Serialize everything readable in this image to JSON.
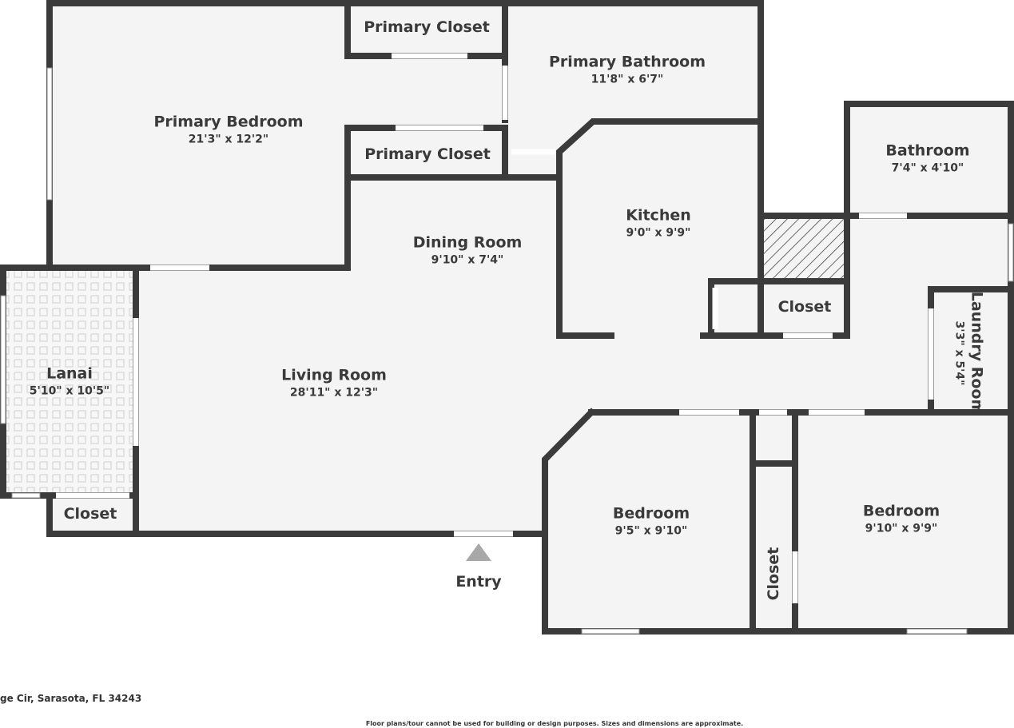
{
  "rooms": {
    "primary_bedroom": {
      "name": "Primary Bedroom",
      "dims": "21'3\" x 12'2\""
    },
    "primary_closet_top": {
      "name": "Primary Closet"
    },
    "primary_closet_bottom": {
      "name": "Primary Closet"
    },
    "primary_bathroom": {
      "name": "Primary Bathroom",
      "dims": "11'8\" x 6'7\""
    },
    "bathroom": {
      "name": "Bathroom",
      "dims": "7'4\" x 4'10\""
    },
    "kitchen": {
      "name": "Kitchen",
      "dims": "9'0\" x 9'9\""
    },
    "dining_room": {
      "name": "Dining Room",
      "dims": "9'10\" x 7'4\""
    },
    "closet_kitchen": {
      "name": "Closet"
    },
    "laundry_room": {
      "name": "Laundry Room",
      "dims": "3'3\" x 5'4\""
    },
    "lanai": {
      "name": "Lanai",
      "dims": "5'10\" x 10'5\""
    },
    "living_room": {
      "name": "Living Room",
      "dims": "28'11\" x 12'3\""
    },
    "closet_lanai": {
      "name": "Closet"
    },
    "bedroom_1": {
      "name": "Bedroom",
      "dims": "9'5\" x 9'10\""
    },
    "bedroom_2": {
      "name": "Bedroom",
      "dims": "9'10\" x 9'9\""
    },
    "closet_bedrooms": {
      "name": "Closet"
    }
  },
  "entry": "Entry",
  "address": "ge Cir, Sarasota, FL 34243",
  "disclaimer": "Floor plans/tour cannot be used for building or design purposes. Sizes and dimensions are approximate.",
  "colors": {
    "wall": "#3b3b3b",
    "floor": "#f4f4f4",
    "entry_marker": "#a8a8a8"
  }
}
